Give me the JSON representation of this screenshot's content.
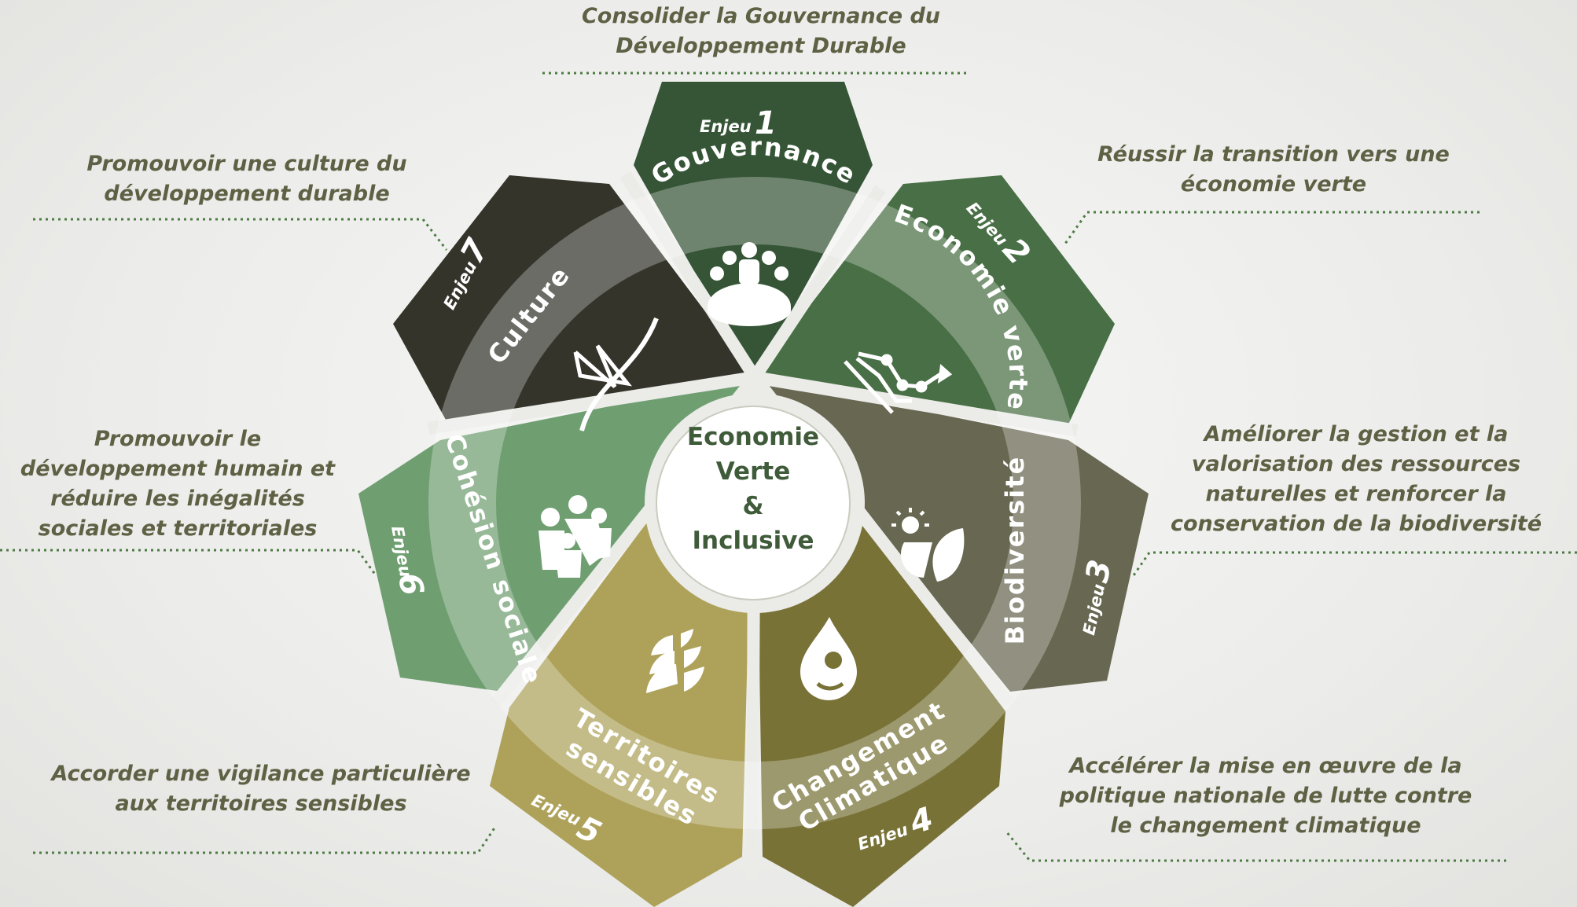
{
  "center": {
    "line1": "Economie",
    "line2": "Verte",
    "line3": "&",
    "line4": "Inclusive"
  },
  "issue_prefix": "Enjeu",
  "issues": [
    {
      "number": "1",
      "name": "Gouvernance",
      "goal": "Consolider la Gouvernance du Développement Durable",
      "color": "#365537",
      "icon": "meeting-group-icon"
    },
    {
      "number": "2",
      "name": "Economie verte",
      "goal": "Réussir la transition vers une économie verte",
      "color": "#486f45",
      "icon": "trend-chart-icon"
    },
    {
      "number": "3",
      "name": "Biodiversité",
      "goal": "Améliorer la gestion et la valorisation des ressources naturelles et renforcer la conservation de la biodiversité",
      "color": "#686751",
      "icon": "sun-leaf-icon"
    },
    {
      "number": "4",
      "name": "Changement Climatique",
      "goal": "Accélérer la mise en œuvre de la politique nationale de lutte contre le changement climatique",
      "color": "#787237",
      "icon": "water-drop-icon"
    },
    {
      "number": "5",
      "name": "Territoires sensibles",
      "goal": "Accorder une vigilance particulière aux territoires sensibles",
      "color": "#aea25a",
      "icon": "wheat-icon"
    },
    {
      "number": "6",
      "name": "Cohésion sociale",
      "goal": "Promouvoir le développement humain et réduire les inégalités sociales et territoriales",
      "color": "#6f9f71",
      "icon": "family-icon"
    },
    {
      "number": "7",
      "name": "Culture",
      "goal": "Promouvoir une culture du développement durable",
      "color": "#34342b",
      "icon": "star-path-icon"
    }
  ],
  "colors": {
    "caption": "#5f6145",
    "dots": "#4e7a45",
    "center_text": "#3f5b3a"
  }
}
